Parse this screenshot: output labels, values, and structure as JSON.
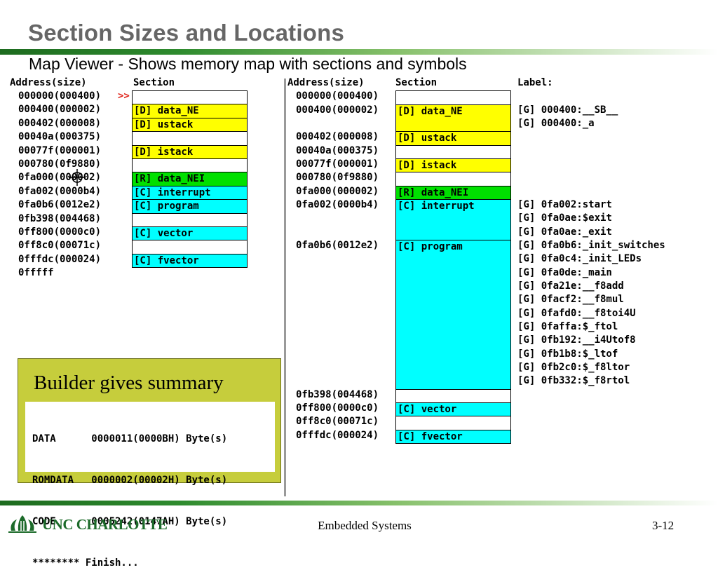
{
  "title": "Section Sizes and Locations",
  "subtitle": "Map Viewer - Shows memory map with sections and symbols",
  "colors": {
    "data": "#ffff00",
    "rdata": "#00e000",
    "code": "#00ffff",
    "empty": "#ffffff",
    "accent": "#e0271e",
    "brand_green": "#1c6b2a",
    "summary_bg": "#c6cd3c"
  },
  "left_panel": {
    "header_address": "Address(size)",
    "header_section": "Section",
    "marker": ">>",
    "rows": [
      {
        "addr": "000000(000400)",
        "section": "",
        "kind": "empty"
      },
      {
        "addr": "000400(000002)",
        "section": "[D] data_NE",
        "kind": "data"
      },
      {
        "addr": "000402(000008)",
        "section": "[D] ustack",
        "kind": "data"
      },
      {
        "addr": "00040a(000375)",
        "section": "",
        "kind": "empty"
      },
      {
        "addr": "00077f(000001)",
        "section": "[D] istack",
        "kind": "data"
      },
      {
        "addr": "000780(0f9880)",
        "section": "",
        "kind": "empty"
      },
      {
        "addr": "0fa000(000002)",
        "section": "[R] data_NEI",
        "kind": "rdata"
      },
      {
        "addr": "0fa002(0000b4)",
        "section": "[C] interrupt",
        "kind": "code"
      },
      {
        "addr": "0fa0b6(0012e2)",
        "section": "[C] program",
        "kind": "code"
      },
      {
        "addr": "0fb398(004468)",
        "section": "",
        "kind": "empty"
      },
      {
        "addr": "0ff800(0000c0)",
        "section": "[C] vector",
        "kind": "code"
      },
      {
        "addr": "0ff8c0(00071c)",
        "section": "",
        "kind": "empty"
      },
      {
        "addr": "0fffdc(000024)",
        "section": "[C] fvector",
        "kind": "code"
      },
      {
        "addr": "0fffff",
        "section": null,
        "kind": "none"
      }
    ]
  },
  "right_panel": {
    "header_address": "Address(size)",
    "header_section": "Section",
    "header_label": "Label:",
    "blocks": [
      {
        "addr": "000000(000400)",
        "section": "",
        "kind": "empty",
        "labels": []
      },
      {
        "addr": "000400(000002)",
        "section": "[D] data_NE",
        "kind": "data",
        "labels": [
          "[G] 000400:__SB__",
          "[G] 000400:_a"
        ]
      },
      {
        "addr": "000402(000008)",
        "section": "[D] ustack",
        "kind": "data",
        "labels": []
      },
      {
        "addr": "00040a(000375)",
        "section": "",
        "kind": "empty",
        "labels": []
      },
      {
        "addr": "00077f(000001)",
        "section": "[D] istack",
        "kind": "data",
        "labels": []
      },
      {
        "addr": "000780(0f9880)",
        "section": "",
        "kind": "empty",
        "labels": []
      },
      {
        "addr": "0fa000(000002)",
        "section": "[R] data_NEI",
        "kind": "rdata",
        "labels": []
      },
      {
        "addr": "0fa002(0000b4)",
        "section": "[C] interrupt",
        "kind": "code",
        "labels": [
          "[G] 0fa002:start",
          "[G] 0fa0ae:$exit",
          "[G] 0fa0ae:_exit"
        ]
      },
      {
        "addr": "0fa0b6(0012e2)",
        "section": "[C] program",
        "kind": "code",
        "labels": [
          "[G] 0fa0b6:_init_switches",
          "[G] 0fa0c4:_init_LEDs",
          "[G] 0fa0de:_main",
          "[G] 0fa21e:__f8add",
          "[G] 0facf2:__f8mul",
          "[G] 0fafd0:__f8toi4U",
          "[G] 0faffa:$_ftol",
          "[G] 0fb192:__i4Utof8",
          "[G] 0fb1b8:$_ltof",
          "[G] 0fb2c0:$_f8ltor",
          "[G] 0fb332:$_f8rtol"
        ]
      },
      {
        "addr": "0fb398(004468)",
        "section": "",
        "kind": "empty",
        "labels": []
      },
      {
        "addr": "0ff800(0000c0)",
        "section": "[C] vector",
        "kind": "code",
        "labels": []
      },
      {
        "addr": "0ff8c0(00071c)",
        "section": "",
        "kind": "empty",
        "labels": []
      },
      {
        "addr": "0fffdc(000024)",
        "section": "[C] fvector",
        "kind": "code",
        "labels": []
      }
    ]
  },
  "summary": {
    "title": "Builder gives summary",
    "lines": [
      "DATA      0000011(0000BH) Byte(s)",
      "ROMDATA   0000002(00002H) Byte(s)",
      "CODE      0005242(0147AH) Byte(s)",
      "******** Finish..."
    ]
  },
  "footer": {
    "logo_text": "UNC CHARLOTTE",
    "logo_icon": "unc-charlotte-crown-logo",
    "course": "Embedded Systems",
    "page": "3-12"
  }
}
